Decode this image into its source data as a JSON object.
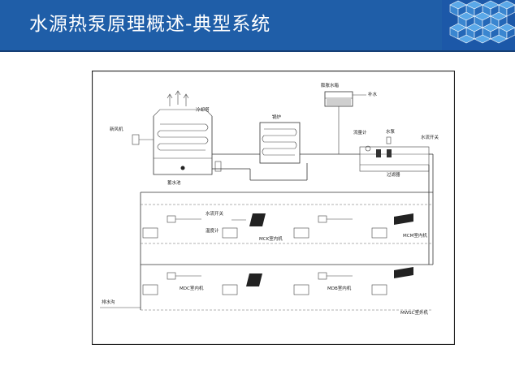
{
  "slide": {
    "title": "水源热泵原理概述-典型系统",
    "colors": {
      "header": "#1f5ea8",
      "cube_light": "#5aa8e8",
      "cube_dark": "#1c58a8"
    }
  },
  "diagram": {
    "labels": {
      "supply_tank": "膨胀水箱",
      "makeup_water": "补水",
      "cooling_tower": "冷却塔",
      "fresh_air": "新风机",
      "boiler": "锅炉",
      "water_meter": "流量计",
      "water_pump": "水泵",
      "water_switch": "水流开关",
      "filter": "过滤器",
      "water_tank": "蓄水池",
      "flow_switch": "水流开关",
      "thermometer": "温度计",
      "mck_unit": "MCK室内机",
      "mcm_unit": "MCM室内机",
      "mdc_unit": "MDC室内机",
      "mdb_unit": "MDB室内机",
      "mwsc_unit": "MWSC室外机",
      "drain": "排水沟"
    }
  }
}
